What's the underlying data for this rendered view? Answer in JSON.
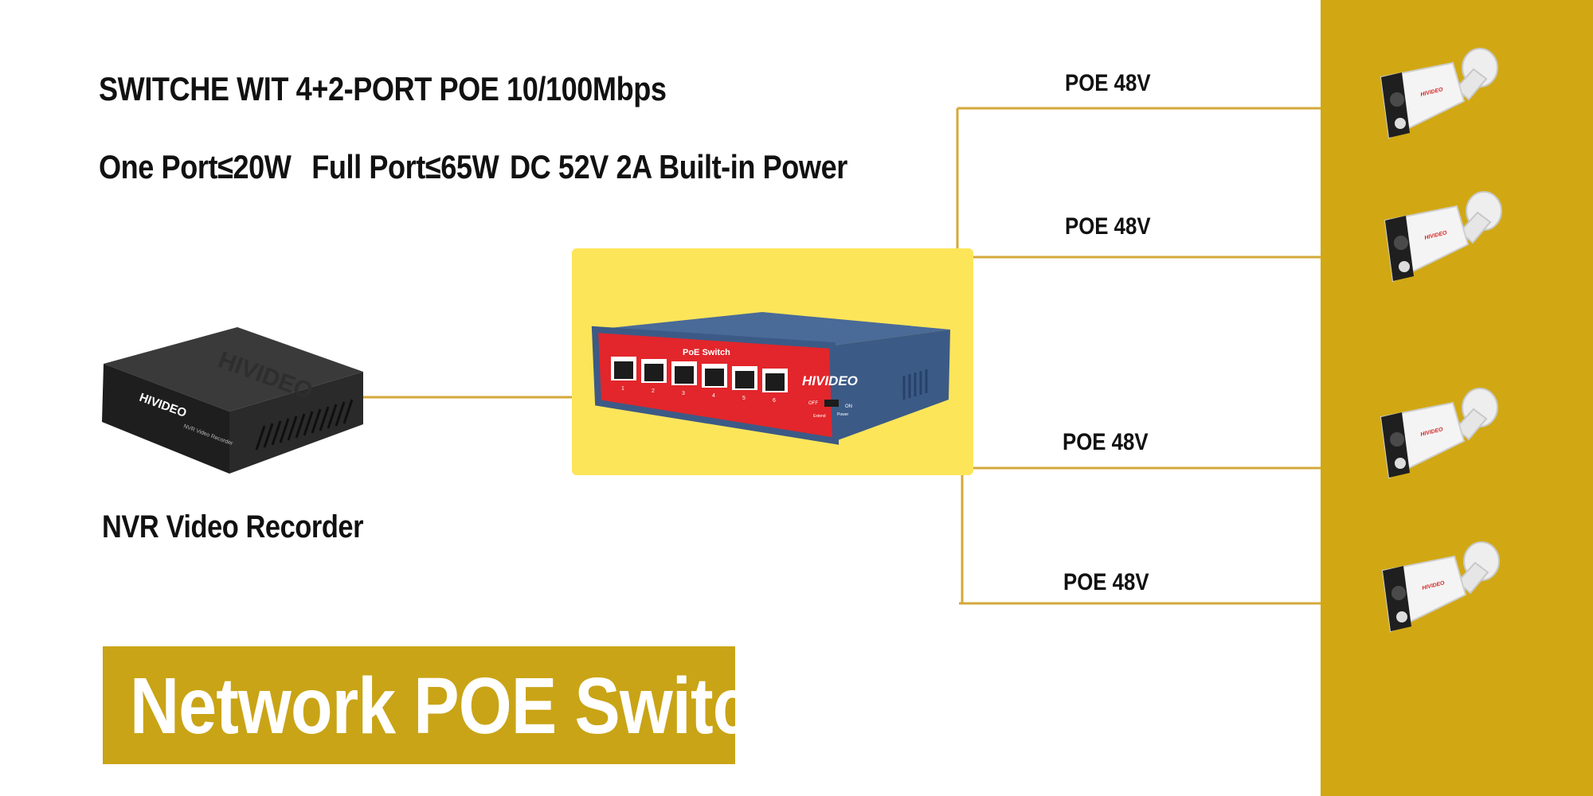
{
  "header": {
    "line1": "SWITCHE WIT 4+2-PORT POE 10/100Mbps",
    "line2_part1": "One Port≤20W",
    "line2_part2": "Full Port≤65W",
    "line2_part3": "DC 52V 2A Built-in Power"
  },
  "nvr": {
    "label": "NVR Video Recorder",
    "brand": "HIVIDEO",
    "model_text": "NVR Video Recorder"
  },
  "switch": {
    "panel_label": "PoE Switch",
    "brand": "HIVIDEO",
    "port_numbers": [
      "1",
      "2",
      "3",
      "4",
      "5",
      "6"
    ],
    "off_label": "OFF",
    "on_label": "ON",
    "extend_label": "Extend",
    "power_label": "Power"
  },
  "connections": [
    {
      "label": "POE 48V"
    },
    {
      "label": "POE 48V"
    },
    {
      "label": "POE 48V"
    },
    {
      "label": "POE 48V"
    }
  ],
  "camera_brand": "HIVIDEO",
  "banner": {
    "text": "Network POE Switch"
  },
  "colors": {
    "gold": "#d1a813",
    "line_gold": "#d4a93a",
    "switch_highlight": "#fde55a",
    "switch_red": "#e2262b",
    "switch_blue": "#3c5a86"
  }
}
